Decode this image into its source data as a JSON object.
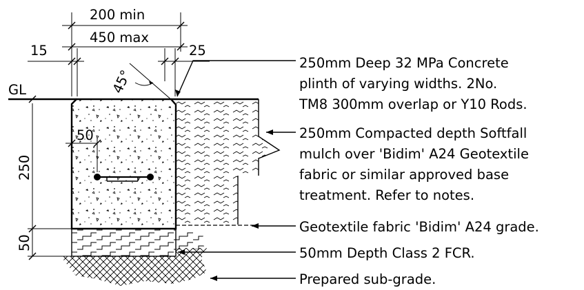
{
  "diagram": {
    "dimensions": {
      "width_min": "200 min",
      "width_max": "450 max",
      "chamfer_left": "15",
      "chamfer_right": "25",
      "angle": "45°",
      "ground_level": "GL",
      "plinth_depth": "250",
      "base_depth": "50",
      "reinforcement_cover": "50"
    },
    "callouts": [
      {
        "lines": [
          "250mm Deep 32 MPa Concrete",
          "plinth of varying widths. 2No.",
          "TM8 300mm overlap or Y10 Rods."
        ]
      },
      {
        "lines": [
          "250mm Compacted depth Softfall",
          "mulch over 'Bidim' A24 Geotextile",
          "fabric or similar approved base",
          "treatment. Refer to notes."
        ]
      },
      {
        "lines": [
          "Geotextile fabric 'Bidim' A24 grade."
        ]
      },
      {
        "lines": [
          "50mm Depth Class 2 FCR."
        ]
      },
      {
        "lines": [
          "Prepared sub-grade."
        ]
      }
    ]
  }
}
